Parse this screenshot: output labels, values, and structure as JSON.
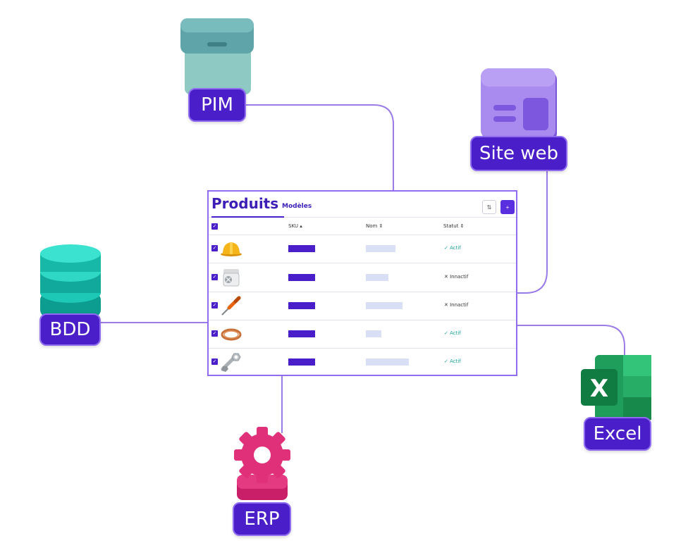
{
  "nodes": {
    "pim": {
      "label": "PIM"
    },
    "site_web": {
      "label": "Site web"
    },
    "bdd": {
      "label": "BDD"
    },
    "excel": {
      "label": "Excel"
    },
    "erp": {
      "label": "ERP"
    }
  },
  "table": {
    "tabs": [
      {
        "label": "Produits",
        "active": true
      },
      {
        "label": "Modèles",
        "active": false
      }
    ],
    "toolbar": {
      "filter_icon": "sliders-icon",
      "add_icon": "plus-icon",
      "filter_glyph": "⇅",
      "add_glyph": "+"
    },
    "columns": {
      "sku": "SKU",
      "nom": "Nom",
      "statut": "Statut",
      "sku_sort": "▴",
      "nom_sort": "⇕",
      "statut_sort": "⇕"
    },
    "rows": [
      {
        "image": "hard-hat-icon",
        "checked": true,
        "status": "✓ Actif",
        "status_type": "active"
      },
      {
        "image": "air-conditioner-icon",
        "checked": true,
        "status": "✕ Innactif",
        "status_type": "inactive"
      },
      {
        "image": "screwdriver-icon",
        "checked": true,
        "status": "✕ Innactif",
        "status_type": "inactive"
      },
      {
        "image": "copper-coil-icon",
        "checked": true,
        "status": "✓ Actif",
        "status_type": "active"
      },
      {
        "image": "bolt-nut-icon",
        "checked": true,
        "status": "✓ Actif",
        "status_type": "active"
      }
    ]
  },
  "colors": {
    "accent": "#4a1fc9",
    "connector": "#9a7be8",
    "active": "#1aa39a"
  }
}
